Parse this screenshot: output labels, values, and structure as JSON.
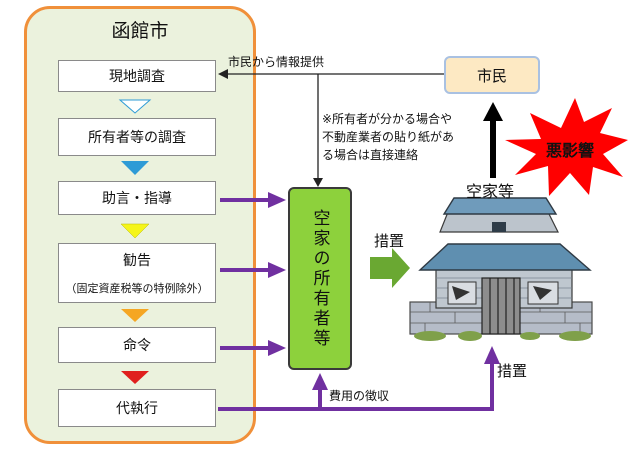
{
  "city": {
    "title": "函館市",
    "steps": [
      {
        "label": "現地調査"
      },
      {
        "label": "所有者等の調査"
      },
      {
        "label": "助言・指導"
      },
      {
        "label": "勧告",
        "sub": "（固定資産税等の特例除外）"
      },
      {
        "label": "命令"
      },
      {
        "label": "代執行"
      }
    ]
  },
  "citizen": {
    "label": "市民",
    "info_text": "市民から情報提供",
    "note_lines": [
      "※所有者が分かる場合や",
      "不動産業者の貼り紙があ",
      "る場合は直接連絡"
    ]
  },
  "owner": {
    "label": "空家の所有者等"
  },
  "house": {
    "label": "空家等",
    "impact_label": "悪影響"
  },
  "labels": {
    "action_top": "措置",
    "action_bottom": "措置",
    "cost": "費用の徴収"
  },
  "colors": {
    "panel_border": "#f0903a",
    "panel_fill": "#ebf2dd",
    "owner_fill": "#8dd13c",
    "citizen_fill": "#fde9c3",
    "purple_arrow": "#7030a0",
    "burst": "#ff0000",
    "tri_1": "#ffffff",
    "tri_2": "#2e9bd6",
    "tri_3": "#f5f51a",
    "tri_4": "#f5a623",
    "tri_5": "#e0201e"
  }
}
